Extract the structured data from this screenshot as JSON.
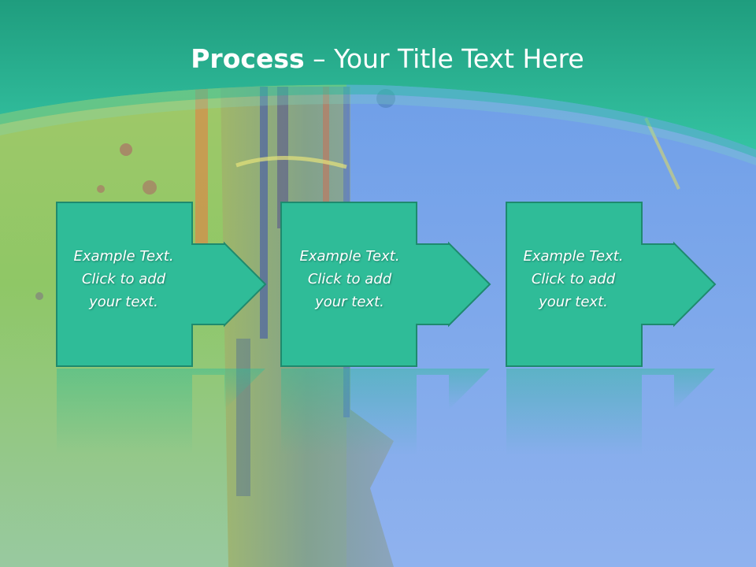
{
  "slide": {
    "title_bold": "Process",
    "title_rest": " – Your Title Text Here",
    "steps": [
      {
        "text": "Example Text.\nClick  to add\nyour text."
      },
      {
        "text": "Example Text.\nClick  to add\nyour text."
      },
      {
        "text": "Example Text.\nClick  to add\nyour text."
      }
    ]
  },
  "colors": {
    "header": "#2ab896",
    "shape_fill": "#2fbc98",
    "shape_stroke": "#1e8a6e",
    "bg_blue": "#7aa6ee",
    "bg_green": "#8fc766"
  }
}
